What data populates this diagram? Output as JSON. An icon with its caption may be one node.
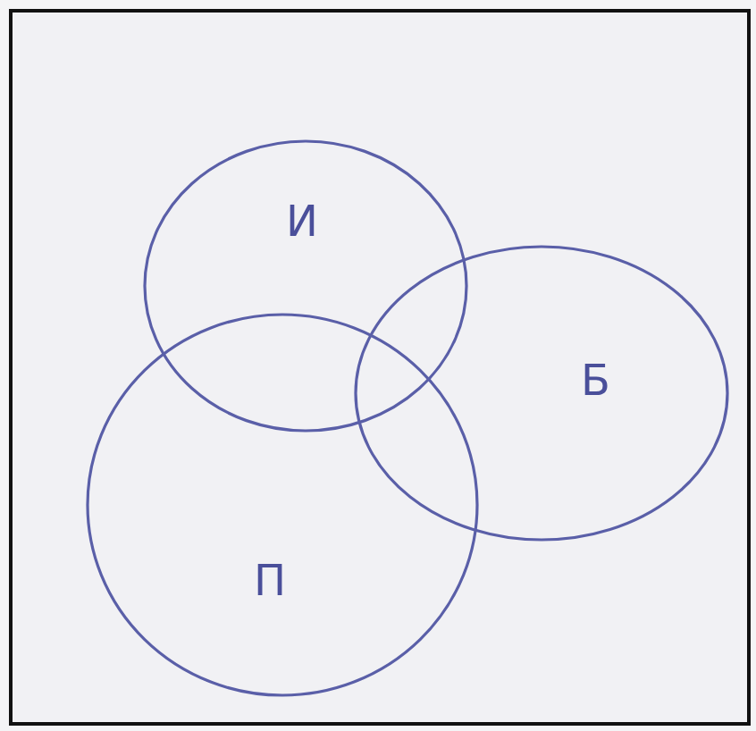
{
  "diagram": {
    "nodes": [
      {
        "text": [
          "И"
        ]
      },
      {
        "text": [
          "Б"
        ]
      },
      {
        "text": [
          "П"
        ]
      }
    ]
  }
}
